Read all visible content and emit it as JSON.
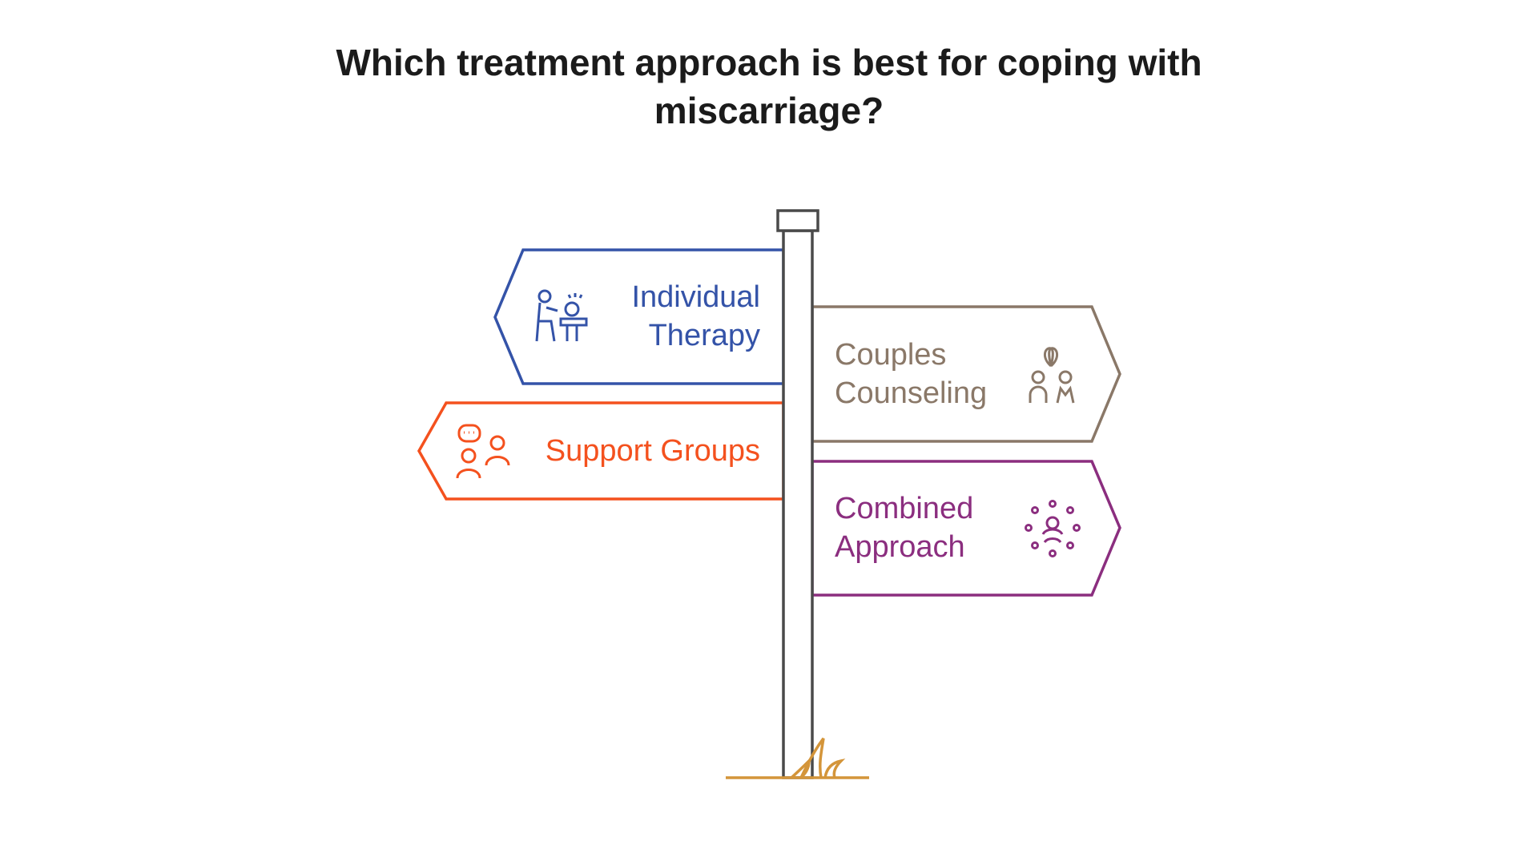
{
  "title": {
    "line1": "Which treatment approach is best for coping with",
    "line2": "miscarriage?"
  },
  "signs": [
    {
      "label_line1": "Individual",
      "label_line2": "Therapy",
      "color": "#3453a8",
      "icon": "therapist-with-client-icon"
    },
    {
      "label_line1": "Couples",
      "label_line2": "Counseling",
      "color": "#8a7868",
      "icon": "couple-icon"
    },
    {
      "label_line1": "Support Groups",
      "color": "#f4511e",
      "icon": "group-chat-icon"
    },
    {
      "label_line1": "Combined",
      "label_line2": "Approach",
      "color": "#8b2e7f",
      "icon": "community-circle-icon"
    }
  ],
  "post_color": "#4a4a4a",
  "grass_color": "#d4953a"
}
